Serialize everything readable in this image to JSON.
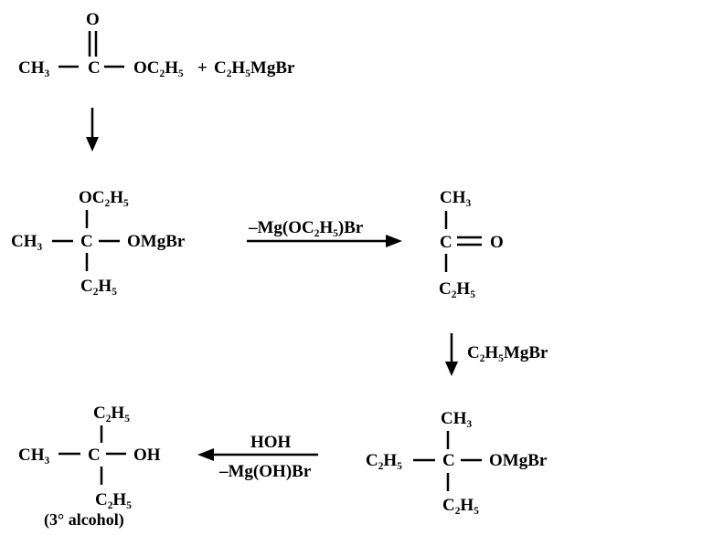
{
  "ester": {
    "ch3": "CH₃",
    "o": "O",
    "c": "C",
    "oc2h5": "OC₂H₅",
    "plus": "+",
    "reagent": "C₂H₅MgBr"
  },
  "intermediate": {
    "oc2h5": "OC₂H₅",
    "ch3": "CH₃",
    "c": "C",
    "omgbr": "OMgBr",
    "c2h5": "C₂H₅"
  },
  "elimination": {
    "label": "–Mg(OC₂H₅)Br"
  },
  "ketone": {
    "ch3": "CH₃",
    "c": "C",
    "o": "O",
    "c2h5": "C₂H₅"
  },
  "grignard_step": {
    "label": "C₂H₅MgBr"
  },
  "alkoxide": {
    "ch3": "CH₃",
    "c2h5_left": "C₂H₅",
    "c": "C",
    "omgbr": "OMgBr",
    "c2h5_bottom": "C₂H₅"
  },
  "hydrolysis": {
    "top_label": "HOH",
    "bottom_label": "–Mg(OH)Br"
  },
  "alcohol": {
    "c2h5_top": "C₂H₅",
    "ch3": "CH₃",
    "c": "C",
    "oh": "OH",
    "c2h5_bottom": "C₂H₅",
    "caption": "(3° alcohol)"
  }
}
